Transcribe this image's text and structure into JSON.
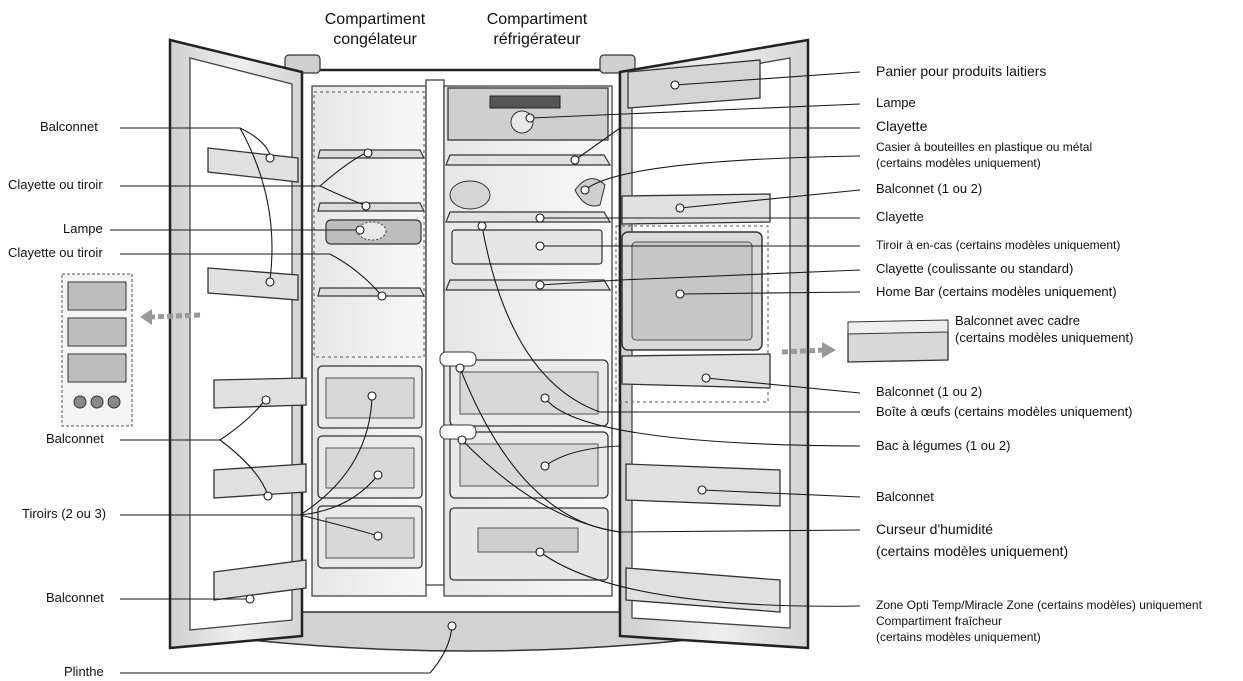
{
  "headers": {
    "freezer_line1": "Compartiment",
    "freezer_line2": "congélateur",
    "fridge_line1": "Compartiment",
    "fridge_line2": "réfrigérateur"
  },
  "left_labels": {
    "balconnet_1": "Balconnet",
    "clayette_tiroir_1": "Clayette ou tiroir",
    "lampe": "Lampe",
    "clayette_tiroir_2": "Clayette ou tiroir",
    "balconnet_2": "Balconnet",
    "tiroirs": "Tiroirs (2 ou 3)",
    "balconnet_3": "Balconnet",
    "plinthe": "Plinthe"
  },
  "right_labels": {
    "panier": "Panier pour produits laitiers",
    "lampe": "Lampe",
    "clayette_1": "Clayette",
    "casier_line1": "Casier à bouteilles en plastique ou métal",
    "casier_line2": "(certains modèles uniquement)",
    "balconnet_1ou2_a": "Balconnet (1 ou 2)",
    "clayette_2": "Clayette",
    "tiroir_encas": "Tiroir à en-cas (certains modèles uniquement)",
    "clayette_coulissante": "Clayette (coulissante ou standard)",
    "home_bar": "Home Bar (certains modèles uniquement)",
    "balconnet_cadre_line1": "Balconnet avec cadre",
    "balconnet_cadre_line2": "(certains modèles uniquement)",
    "balconnet_1ou2_b": "Balconnet (1 ou 2)",
    "boite_oeufs": "Boîte à œufs (certains modèles uniquement)",
    "bac_legumes": "Bac à légumes (1 ou 2)",
    "balconnet": "Balconnet",
    "curseur_line1": "Curseur d'humidité",
    "curseur_line2": "(certains modèles uniquement)",
    "zone_line1": "Zone Opti Temp/Miracle Zone (certains modèles) uniquement",
    "zone_line2": "Compartiment fraîcheur",
    "zone_line3": "(certains modèles uniquement)"
  },
  "colors": {
    "line": "#1a1a1a",
    "frame": "#3a3a3a",
    "interior": "#f2f2f2",
    "part": "#d9d9d9",
    "dark_part": "#9a9a9a"
  }
}
